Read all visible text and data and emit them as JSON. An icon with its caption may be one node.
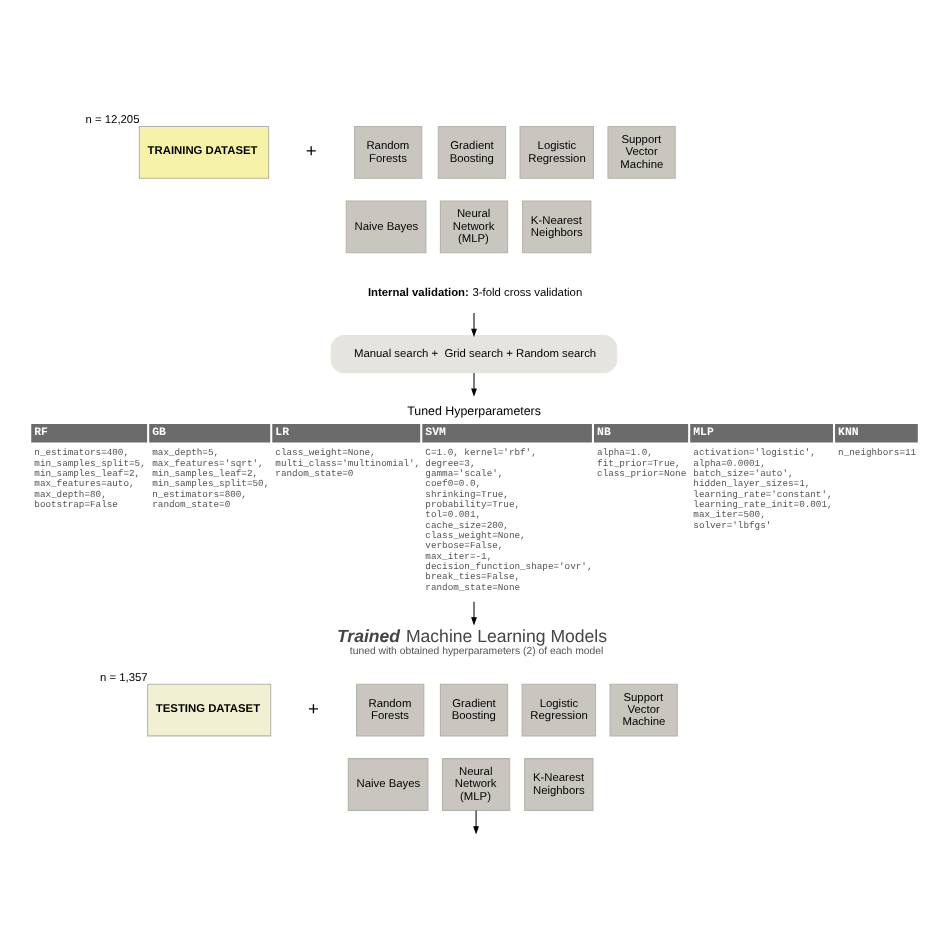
{
  "diagram": {
    "nodes": [
      {
        "text": [
          "TRAINING DATASET"
        ],
        "beside": [
          "n = 12,205"
        ]
      },
      {
        "text": [
          "**Internal validation:** 3-fold cross validation"
        ]
      },
      {
        "text": [
          "Random Forests"
        ]
      },
      {
        "text": [
          "Gradient Boosting"
        ]
      },
      {
        "text": [
          "Logistic Regression"
        ]
      },
      {
        "text": [
          "Support Vector Machine"
        ]
      },
      {
        "text": [
          "Naive Bayes"
        ]
      },
      {
        "text": [
          "Neural Network (MLP)"
        ]
      },
      {
        "text": [
          "K-Nearest Neighbors"
        ]
      },
      {
        "text": [
          "Manual search +  Grid search + Random search"
        ]
      },
      {
        "text": [
          "Tuned Hyperparameters",
          "RF",
          "GB",
          "LR",
          "SVM",
          "NB",
          "MLP",
          "KNN",
          "n_estimators=400, min_samples_split=5, min_samples_leaf=2, max_features=auto, max_depth=80, bootstrap=False",
          "max_depth=5, max_features='sqrt', min_samples_leaf=2, min_samples_split=50, n_estimators=800, random_state=0",
          "class_weight=None, multi_class='multinomial', random_state=0",
          "C=1.0, kernel='rbf', degree=3, gamma='scale', coef0=0.0, shrinking=True, probability=True, tol=0.001, cache_size=200, class_weight=None, verbose=False, max_iter=-1, decision_function_shape='ovr', break_ties=False, random_state=None",
          "alpha=1.0, fit_prior=True, class_prior=None",
          "activation='logistic', alpha=0.0001, batch_size='auto', hidden_layer_sizes=1, learning_rate='constant', learning_rate_init=0.001, max_iter=500, solver='lbfgs'",
          "n_neighbors=11"
        ]
      },
      {
        "text": [
          "*Trained* Machine Learning Models",
          "tuned with obtained hyperparameters (2) of each model"
        ]
      },
      {
        "text": [
          "TESTING DATASET"
        ],
        "beside": [
          "n = 1,357"
        ]
      },
      {
        "text": [
          "Random Forests"
        ]
      },
      {
        "text": [
          "Gradient Boosting"
        ]
      },
      {
        "text": [
          "Logistic Regression"
        ]
      },
      {
        "text": [
          "Support Vector Machine"
        ]
      },
      {
        "text": [
          "Naive Bayes"
        ]
      },
      {
        "text": [
          "Neural Network (MLP)"
        ]
      },
      {
        "text": [
          "K-Nearest Neighbors"
        ]
      }
    ],
    "edges": [
      {
        "from": 1,
        "to": 9,
        "arrow": "to"
      },
      {
        "from": 9,
        "to": 10,
        "arrow": "to"
      },
      {
        "from": 10,
        "to": 11,
        "arrow": "to"
      },
      {
        "from": 18,
        "to": null,
        "arrow": "to"
      }
    ],
    "labels": [
      "+",
      "+"
    ]
  }
}
